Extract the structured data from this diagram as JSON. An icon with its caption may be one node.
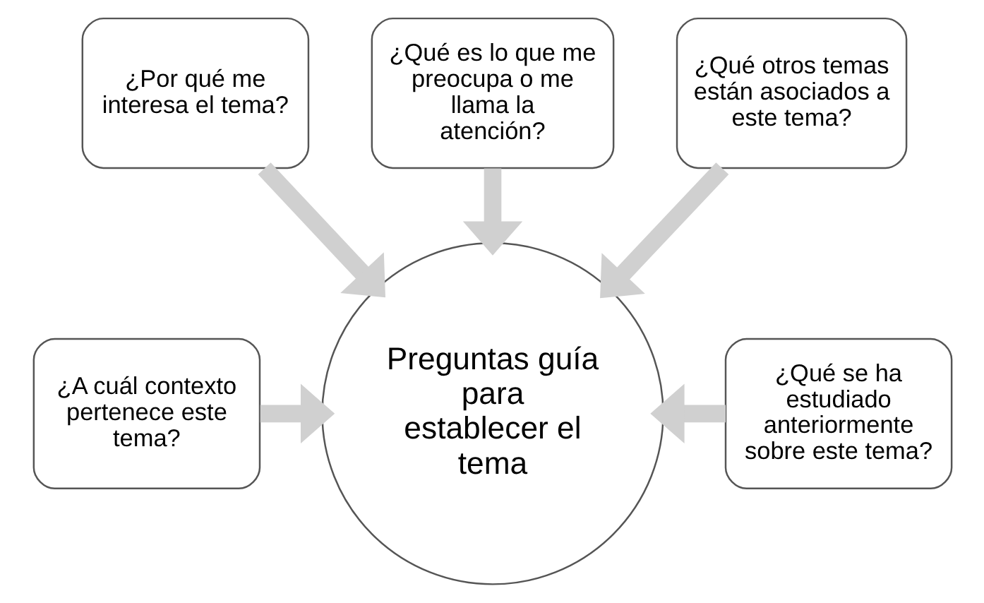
{
  "diagram": {
    "nodes": [
      {
        "text": [
          "Preguntas guía para establecer el tema"
        ]
      },
      {
        "text": [
          "¿A cuál contexto pertenece este tema?"
        ]
      },
      {
        "text": [
          "¿Por qué me interesa el tema?"
        ]
      },
      {
        "text": [
          "¿Qué es lo que me preocupa o me llama la atención?"
        ]
      },
      {
        "text": [
          "¿Qué otros temas están asociados a este tema?"
        ]
      },
      {
        "text": [
          "¿Qué se ha estudiado anteriormente sobre este tema?"
        ]
      }
    ],
    "edges": [
      {
        "from": 1,
        "to": 0,
        "arrow": "to"
      },
      {
        "from": 2,
        "to": 0,
        "arrow": "to"
      },
      {
        "from": 3,
        "to": 0,
        "arrow": "to"
      },
      {
        "from": 4,
        "to": 0,
        "arrow": "to"
      },
      {
        "from": 5,
        "to": 0,
        "arrow": "to"
      }
    ]
  }
}
